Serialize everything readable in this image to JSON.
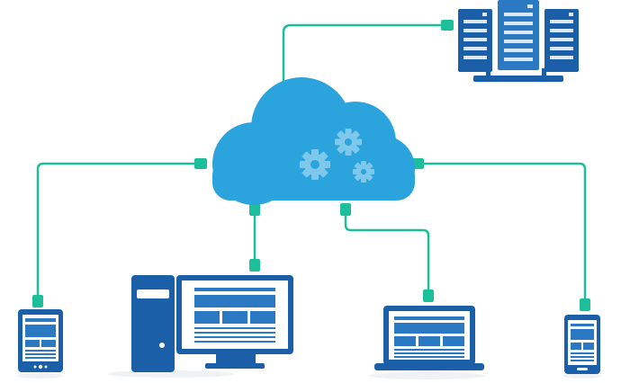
{
  "colors": {
    "cloud": "#2ba3dc",
    "cloud_gear": "#7ec8ec",
    "connector": "#1dbf9b",
    "device_dark": "#1a5fa8",
    "device_mid": "#2b79c2",
    "device_light": "#dbe9f6",
    "ground_shadow": "#eef2f5"
  },
  "nodes": {
    "center": "cloud-computing-gears",
    "server": "server-rack-three-towers",
    "clients": [
      "tablet",
      "desktop-computer",
      "laptop",
      "smartphone"
    ]
  },
  "connections": [
    {
      "from": "cloud",
      "to": "server"
    },
    {
      "from": "cloud",
      "to": "tablet"
    },
    {
      "from": "cloud",
      "to": "desktop-computer"
    },
    {
      "from": "cloud",
      "to": "laptop"
    },
    {
      "from": "cloud",
      "to": "smartphone"
    }
  ]
}
